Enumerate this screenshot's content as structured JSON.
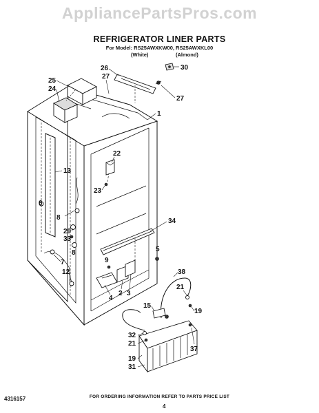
{
  "watermark": "AppliancePartsPros.com",
  "header": {
    "title": "REFRIGERATOR LINER PARTS",
    "model_line": "For Model: RS25AWXKW00, RS25AWXKL00",
    "variant_white": "(White)",
    "variant_almond": "(Almond)"
  },
  "callouts": [
    "30",
    "26",
    "27",
    "25",
    "24",
    "27",
    "1",
    "22",
    "13",
    "23",
    "6",
    "8",
    "34",
    "29",
    "33",
    "8",
    "5",
    "7",
    "9",
    "38",
    "21",
    "12",
    "4",
    "2",
    "3",
    "19",
    "15",
    "32",
    "21",
    "19",
    "37",
    "31"
  ],
  "footer": {
    "note": "FOR ORDERING INFORMATION REFER TO PARTS PRICE LIST",
    "doc_number": "4316157",
    "page_number": "4"
  },
  "colors": {
    "line": "#111111",
    "watermark": "#d2d2d2",
    "background": "#ffffff"
  }
}
